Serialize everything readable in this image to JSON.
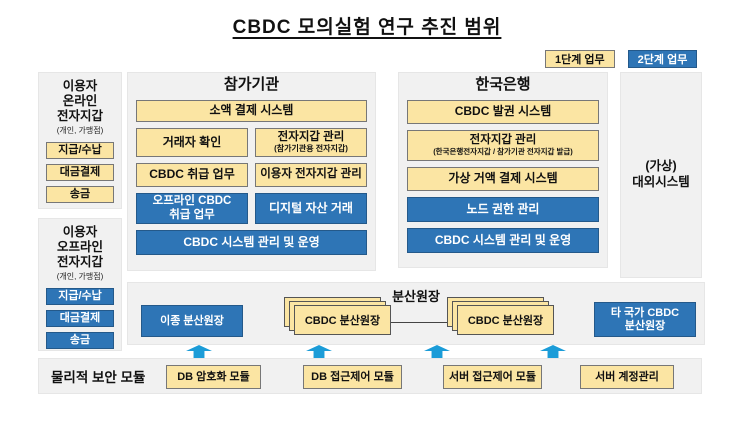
{
  "title": "CBDC 모의실험 연구 추진 범위",
  "legend": {
    "phase1": "1단계 업무",
    "phase2": "2단계 업무"
  },
  "online_wallet": {
    "title": "이용자\n온라인\n전자지갑",
    "subtitle": "(개인, 가맹점)",
    "items": [
      "지급/수납",
      "대금결제",
      "송금"
    ]
  },
  "offline_wallet": {
    "title": "이용자\n오프라인\n전자지갑",
    "subtitle": "(개인, 가맹점)",
    "items": [
      "지급/수납",
      "대금결제",
      "송금"
    ]
  },
  "participants": {
    "title": "참가기관",
    "small_payment": "소액 결제 시스템",
    "trader_verify": "거래자 확인",
    "wallet_mgmt": "전자지갑 관리",
    "wallet_mgmt_sub": "(참가기관용 전자지갑)",
    "cbdc_handling": "CBDC 취급 업무",
    "user_wallet_mgmt": "이용자 전자지갑 관리",
    "offline_cbdc": "오프라인 CBDC\n취급 업무",
    "digital_asset": "디지털 자산 거래",
    "system_ops": "CBDC 시스템 관리 및 운영"
  },
  "bok": {
    "title": "한국은행",
    "issuing_system": "CBDC 발권 시스템",
    "wallet_mgmt": "전자지갑 관리",
    "wallet_mgmt_sub": "(한국은행전자지갑 / 참가기관 전자지갑 발급)",
    "wholesale_system": "가상 거액 결제 시스템",
    "node_auth": "노드 권한 관리",
    "system_ops": "CBDC 시스템 관리 및 운영"
  },
  "external_system": {
    "label": "(가상)\n대외시스템"
  },
  "ledger": {
    "title": "분산원장",
    "hetero": "이종 분산원장",
    "cbdc_ledger_1": "CBDC 분산원장",
    "cbdc_ledger_2": "CBDC 분산원장",
    "foreign": "타 국가 CBDC\n분산원장"
  },
  "security": {
    "label": "물리적 보안 모듈",
    "modules": [
      "DB 암호화 모듈",
      "DB 접근제어 모듈",
      "서버 접근제어 모듈",
      "서버 계정관리"
    ]
  },
  "colors": {
    "phase1_yellow": "#FBE5A3",
    "phase2_blue": "#2E75B6",
    "panel_gray": "#F1F1F1",
    "arrow_blue": "#1B9CD8"
  }
}
